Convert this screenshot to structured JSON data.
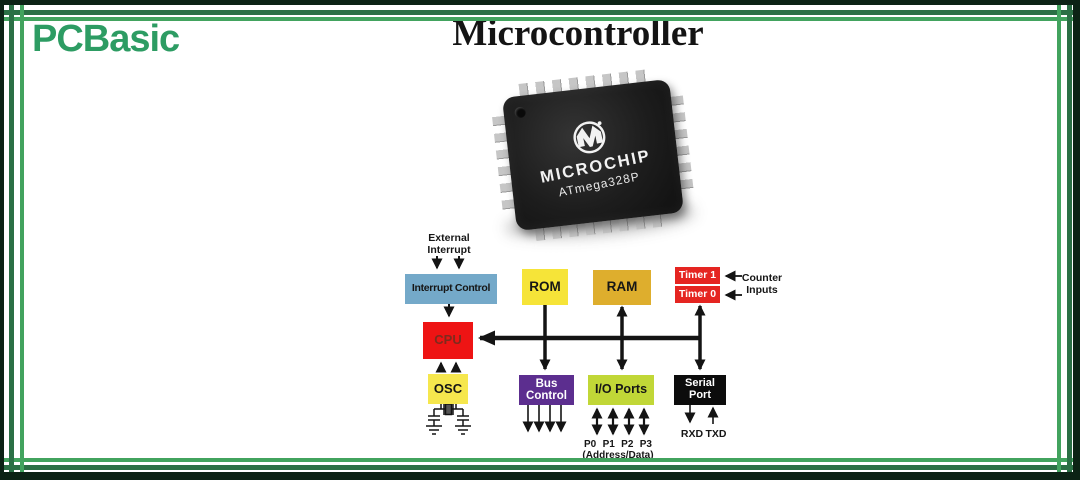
{
  "logo": {
    "text": "PCBasic"
  },
  "title": "Microcontroller",
  "chip": {
    "brand": "MICROCHIP",
    "part": "ATmega328P"
  },
  "diagram": {
    "external_interrupt_label": "External\nInterrupt",
    "counter_inputs_label": "Counter\nInputs",
    "boxes": {
      "interrupt_control": "Interrupt Control",
      "rom": "ROM",
      "ram": "RAM",
      "timer1": "Timer 1",
      "timer0": "Timer 0",
      "cpu": "CPU",
      "osc": "OSC",
      "bus_control": "Bus\nControl",
      "io_ports": "I/O Ports",
      "serial_port": "Serial\nPort"
    },
    "port_labels": [
      "P0",
      "P1",
      "P2",
      "P3"
    ],
    "address_data_label": "(Address/Data)",
    "rxd_label": "RXD",
    "txd_label": "TXD"
  },
  "colors": {
    "frame_outer": "#0c2315",
    "frame_dark": "#2b7045",
    "frame_light": "#42a35e",
    "logo_green": "#2d9c63",
    "interrupt_control": "#74a9c9",
    "rom": "#f6e438",
    "ram": "#deae2d",
    "timer": "#e52521",
    "cpu": "#ee1414",
    "osc": "#f6e74d",
    "bus_control": "#5c2e8f",
    "io_ports": "#c1d737",
    "serial_port": "#0c0c0c"
  }
}
